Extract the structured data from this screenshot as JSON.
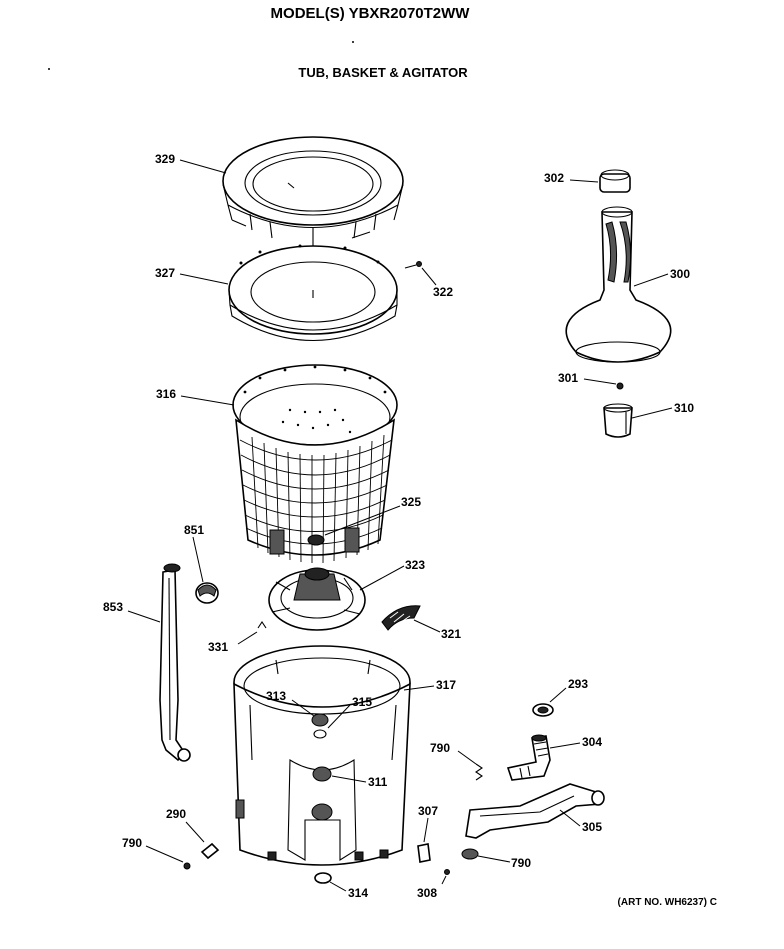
{
  "header": {
    "model": "MODEL(S) YBXR2070T2WW",
    "section": "TUB, BASKET & AGITATOR",
    "art_no": "(ART NO. WH6237) C"
  },
  "parts": {
    "p329": "329",
    "p327": "327",
    "p322": "322",
    "p316": "316",
    "p325": "325",
    "p323": "323",
    "p321": "321",
    "p331": "331",
    "p851": "851",
    "p853": "853",
    "p317": "317",
    "p313": "313",
    "p315": "315",
    "p311": "311",
    "p314": "314",
    "p290": "290",
    "p790a": "790",
    "p790b": "790",
    "p790c": "790",
    "p307": "307",
    "p308": "308",
    "p293": "293",
    "p304": "304",
    "p305": "305",
    "p302": "302",
    "p300": "300",
    "p301": "301",
    "p310": "310"
  }
}
